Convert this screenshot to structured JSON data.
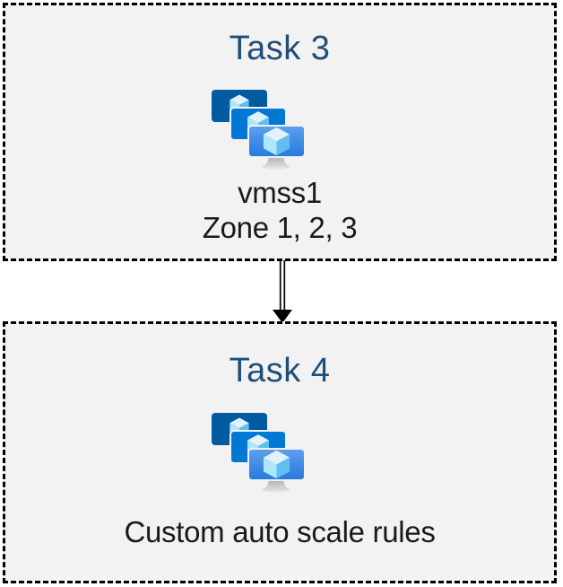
{
  "diagram": {
    "boxes": [
      {
        "title": "Task 3",
        "caption_lines": [
          "vmss1",
          "Zone 1, 2, 3"
        ],
        "icon": "vm-scale-sets-icon"
      },
      {
        "title": "Task 4",
        "caption_lines": [
          "Custom auto scale rules"
        ],
        "icon": "vm-scale-sets-icon"
      }
    ],
    "connector": {
      "type": "double-line-arrow",
      "direction": "down",
      "from": "Task 3",
      "to": "Task 4"
    }
  },
  "colors": {
    "page_background": "#FFFFFF",
    "box_background": "#F2F2F2",
    "box_border": "#000000",
    "title_text": "#1F4E79",
    "caption_text": "#1A1A1A",
    "arrow": "#000000",
    "monitor_back": "#005BA1",
    "monitor_middle": "#0078D4",
    "monitor_front_gradient_top": "#5EA0EF",
    "monitor_front_gradient_bottom": "#2779DC",
    "cube_top_face": "#E0F3FC",
    "cube_left_face": "#AEE7FA",
    "cube_right_face": "#62BEF0",
    "stand_gradient_top": "#A6A6A6",
    "stand_gradient_bottom": "#E8E8E8"
  }
}
